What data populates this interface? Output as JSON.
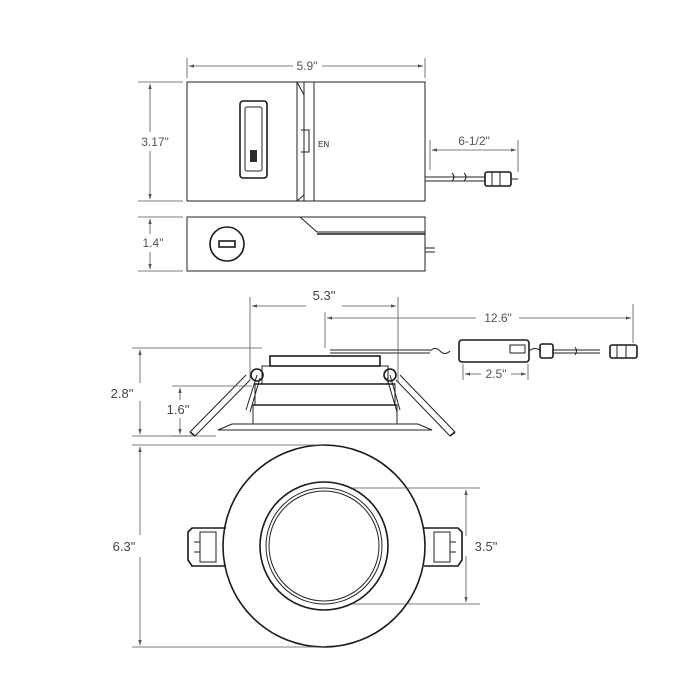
{
  "dimensions": {
    "box_width": "5.9\"",
    "box_height": "3.17\"",
    "cable_length": "6-1/2\"",
    "box_depth": "1.4\"",
    "trim_inner_width": "5.3\"",
    "driver_cable_length": "12.6\"",
    "driver_length": "2.5\"",
    "overall_height": "2.8\"",
    "housing_height": "1.6\"",
    "trim_diameter": "6.3\"",
    "aperture_diameter": "3.5\""
  },
  "labels": {
    "box_side_label": "EN"
  }
}
